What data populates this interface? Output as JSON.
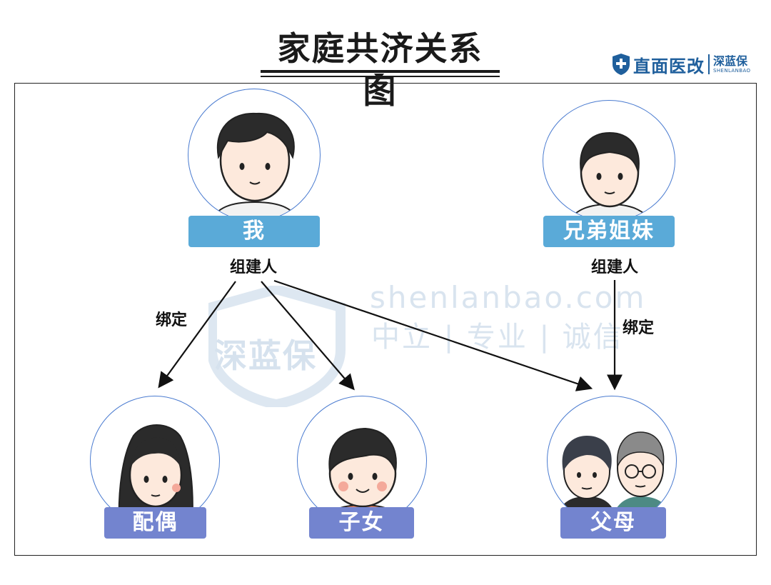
{
  "title": "家庭共济关系图",
  "logo": {
    "main": "直面医改",
    "cn": "深蓝保",
    "en": "SHENLANBAO"
  },
  "watermark": {
    "brand": "深蓝保",
    "url": "shenlanbao.com",
    "motto": "中立 | 专业 | 诚信"
  },
  "nodes": {
    "me": {
      "label": "我",
      "role": "组建人"
    },
    "siblings": {
      "label": "兄弟姐妹",
      "role": "组建人"
    },
    "spouse": {
      "label": "配偶"
    },
    "children": {
      "label": "子女"
    },
    "parents": {
      "label": "父母"
    }
  },
  "edges": {
    "left_label": "绑定",
    "right_label": "绑定"
  },
  "colors": {
    "blue_tag": "#5aaad8",
    "purple_tag": "#7384cf",
    "circle_border": "#4a7bd0",
    "logo_blue": "#1f5f9c"
  }
}
